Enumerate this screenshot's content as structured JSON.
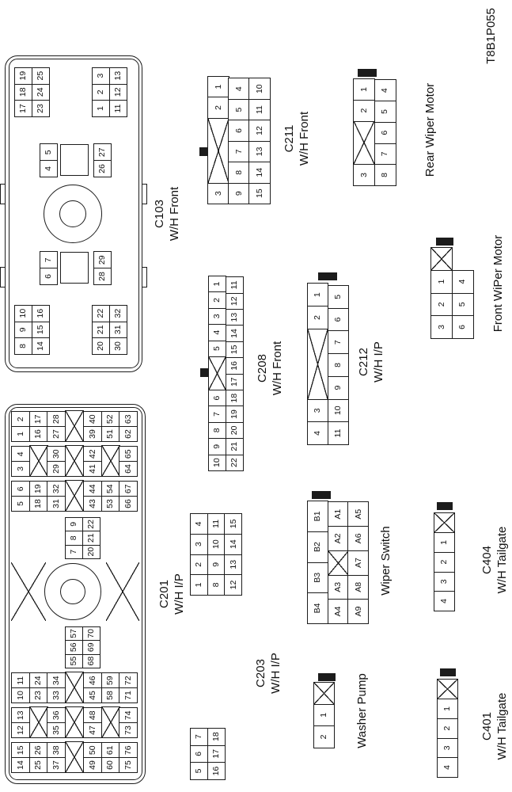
{
  "figure_code": "T8B1P055",
  "connectors": {
    "c201": {
      "label": [
        "C201",
        "W/H I/P"
      ],
      "cluster_g": [
        [
          "14",
          "15"
        ],
        [
          "25",
          "26"
        ],
        [
          "37",
          "38"
        ],
        [
          "X2"
        ],
        [
          "49",
          "50"
        ],
        [
          "60",
          "61"
        ],
        [
          "75",
          "76"
        ]
      ],
      "cluster_f": [
        [
          "12",
          "13"
        ],
        [
          "X2"
        ],
        [
          "35",
          "36"
        ],
        [
          "X2"
        ],
        [
          "47",
          "48"
        ],
        [
          "X2"
        ],
        [
          "73",
          "74"
        ]
      ],
      "cluster_e": [
        [
          "10",
          "11"
        ],
        [
          "23",
          "24"
        ],
        [
          "33",
          "34"
        ],
        [
          "X2"
        ],
        [
          "45",
          "46"
        ],
        [
          "58",
          "59"
        ],
        [
          "71",
          "72"
        ]
      ],
      "mid_left": [
        [
          "55",
          "56",
          "57"
        ],
        [
          "68",
          "69",
          "70"
        ]
      ],
      "mid_right": [
        [
          "7",
          "8",
          "9"
        ],
        [
          "20",
          "21",
          "22"
        ]
      ],
      "cluster_c": [
        [
          "5",
          "6"
        ],
        [
          "18",
          "19"
        ],
        [
          "31",
          "32"
        ],
        [
          "X2"
        ],
        [
          "43",
          "44"
        ],
        [
          "53",
          "54"
        ],
        [
          "66",
          "67"
        ]
      ],
      "cluster_b": [
        [
          "3",
          "4"
        ],
        [
          "X2"
        ],
        [
          "29",
          "30"
        ],
        [
          "X2"
        ],
        [
          "41",
          "42"
        ],
        [
          "X2"
        ],
        [
          "64",
          "65"
        ]
      ],
      "cluster_a": [
        [
          "1",
          "2"
        ],
        [
          "16",
          "17"
        ],
        [
          "27",
          "28"
        ],
        [
          "X2"
        ],
        [
          "39",
          "40"
        ],
        [
          "51",
          "52"
        ],
        [
          "62",
          "63"
        ]
      ]
    },
    "c103": {
      "label": [
        "C103",
        "W/H Front"
      ],
      "block_tl": [
        [
          "8",
          "9",
          "10"
        ],
        [
          "14",
          "15",
          "16"
        ]
      ],
      "block_bl": [
        [
          "20",
          "21",
          "22"
        ],
        [
          "30",
          "31",
          "32"
        ]
      ],
      "pair_top_left": [
        [
          "6",
          "7"
        ]
      ],
      "pair_bottom_left": [
        [
          "28",
          "29"
        ]
      ],
      "pair_top_right": [
        [
          "4",
          "5"
        ]
      ],
      "pair_bottom_right": [
        [
          "26",
          "27"
        ]
      ],
      "block_tr": [
        [
          "17",
          "18",
          "19"
        ],
        [
          "23",
          "24",
          "25"
        ]
      ],
      "block_br": [
        [
          "1",
          "2",
          "3"
        ],
        [
          "11",
          "12",
          "13"
        ]
      ]
    },
    "c203": {
      "label": [
        "C203",
        "W/H I/P"
      ],
      "block_left": [
        [
          "5",
          "6",
          "7"
        ],
        [
          "16",
          "17",
          "18"
        ]
      ],
      "block_right": [
        [
          "1",
          "2",
          "3",
          "4"
        ],
        [
          "8",
          "9",
          "10",
          "11"
        ],
        [
          "12",
          "13",
          "14",
          "15"
        ]
      ]
    },
    "c208": {
      "label": [
        "C208",
        "W/H Front"
      ],
      "rows": [
        [
          "10",
          "9",
          "8",
          "7",
          "6",
          "X2",
          "5",
          "4",
          "3",
          "2",
          "1"
        ],
        [
          "22",
          "21",
          "20",
          "19",
          "18",
          "17",
          "16",
          "15",
          "14",
          "13",
          "12",
          "11"
        ]
      ]
    },
    "c211": {
      "label": [
        "C211",
        "W/H Front"
      ],
      "rows": [
        [
          "3",
          "X3",
          "2",
          "1"
        ],
        [
          "9",
          "8",
          "7",
          "6",
          "5",
          "4"
        ],
        [
          "15",
          "14",
          "13",
          "12",
          "11",
          "10"
        ]
      ]
    },
    "c212": {
      "label": [
        "C212",
        "W/H I/P"
      ],
      "rows": [
        [
          "4",
          "3",
          "X3",
          "2",
          "1"
        ],
        [
          "11",
          "10",
          "9",
          "8",
          "7",
          "6",
          "5"
        ]
      ]
    },
    "wiper_switch": {
      "label": [
        "Wiper Switch"
      ],
      "rows": [
        [
          "B4",
          "B3",
          "B2",
          "B1"
        ],
        [
          "A4",
          "A3",
          "X",
          "A2",
          "A1"
        ],
        [
          "A9",
          "A8",
          "A7",
          "A6",
          "A5"
        ]
      ]
    },
    "washer_pump": {
      "label": [
        "Washer Pump"
      ],
      "rows": [
        [
          "2",
          "1",
          "X"
        ]
      ]
    },
    "rear_wiper": {
      "label": [
        "Rear Wiper Motor"
      ],
      "rows": [
        [
          "3",
          "X2",
          "2",
          "1"
        ],
        [
          "8",
          "7",
          "6",
          "5",
          "4"
        ]
      ]
    },
    "front_wiper": {
      "label": [
        "Front WiPer Motor"
      ],
      "rows": [
        [
          "3",
          "2",
          "1",
          "X"
        ],
        [
          "6",
          "5",
          "4"
        ]
      ]
    },
    "c404": {
      "label": [
        "C404",
        "W/H Tailgate"
      ],
      "rows": [
        [
          "4",
          "3",
          "2",
          "1",
          "X"
        ]
      ]
    },
    "c401": {
      "label": [
        "C401",
        "W/H Tailgate"
      ],
      "rows": [
        [
          "4",
          "3",
          "2",
          "1",
          "X"
        ]
      ]
    }
  }
}
